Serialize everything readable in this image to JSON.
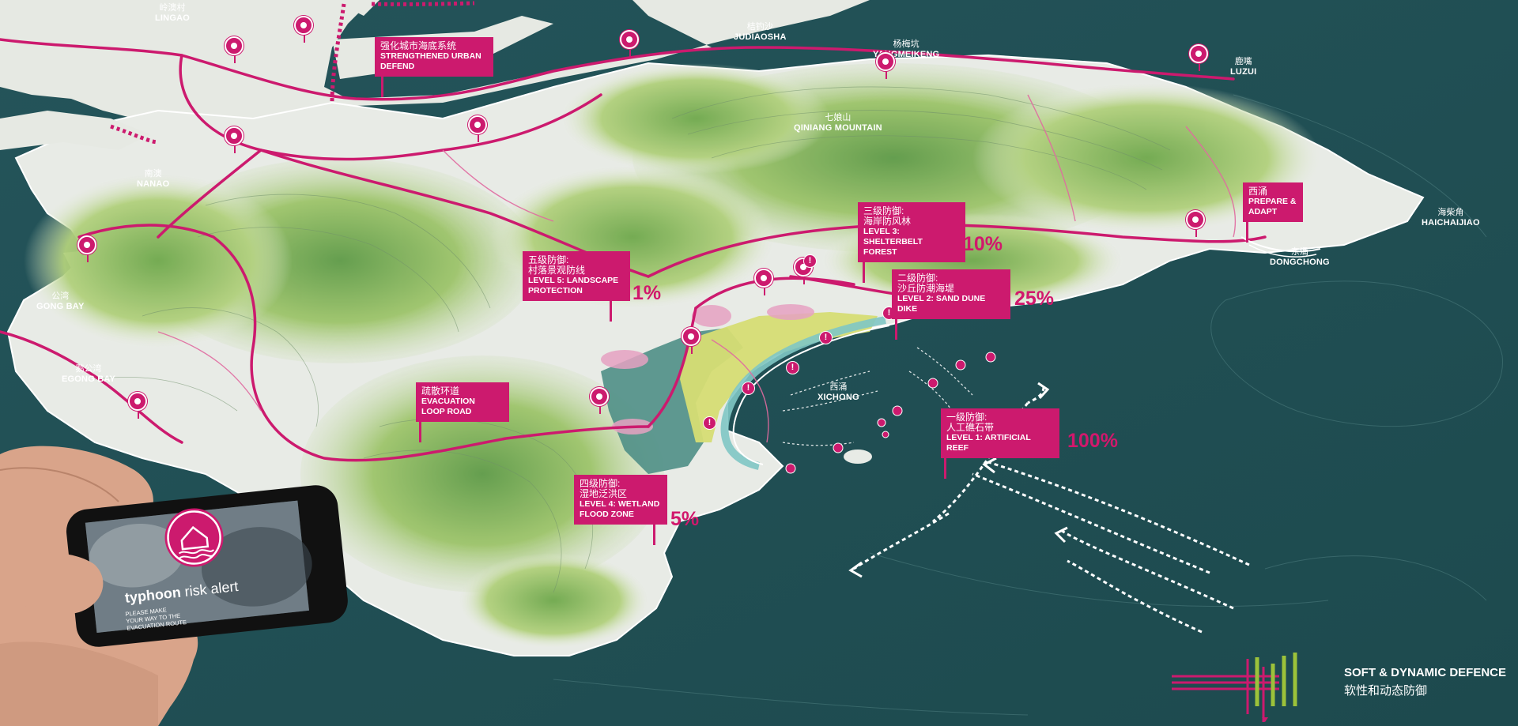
{
  "places": {
    "lingao": {
      "zh": "岭澳村",
      "en": "LINGAO"
    },
    "judiaosha": {
      "zh": "桔钓沙",
      "en": "JUDIAOSHA"
    },
    "yangmeikeng": {
      "zh": "杨梅坑",
      "en": "YANGMEIKENG"
    },
    "luzui": {
      "zh": "鹿嘴",
      "en": "LUZUI"
    },
    "qiniang": {
      "zh": "七娘山",
      "en": "QINIANG MOUNTAIN"
    },
    "nanao": {
      "zh": "南澳",
      "en": "NANAO"
    },
    "haichaijiao": {
      "zh": "海柴角",
      "en": "HAICHAIJIAO"
    },
    "dongchong": {
      "zh": "东涌",
      "en": "DONGCHONG"
    },
    "gongbay": {
      "zh": "公湾",
      "en": "GONG BAY"
    },
    "egongbay": {
      "zh": "鹅公湾",
      "en": "EGONG BAY"
    },
    "xichong": {
      "zh": "西涌",
      "en": "XICHONG"
    }
  },
  "callouts": {
    "urban": {
      "zh": "强化城市海底系统",
      "en1": "STRENGTHENED URBAN",
      "en2": "DEFEND"
    },
    "prepare": {
      "zh": "西涌",
      "en1": "PREPARE &",
      "en2": "ADAPT"
    },
    "level3": {
      "zh1": "三级防御:",
      "zh2": "海岸防风林",
      "en1": "LEVEL 3: SHELTERBELT",
      "en2": "FOREST",
      "pct": "10%"
    },
    "level5": {
      "zh1": "五级防御:",
      "zh2": "村落景观防线",
      "en1": "LEVEL 5: LANDSCAPE",
      "en2": "PROTECTION",
      "pct": "1%"
    },
    "level2": {
      "zh1": "二级防御:",
      "zh2": "沙丘防潮海堤",
      "en1": "LEVEL 2: SAND DUNE DIKE",
      "pct": "25%"
    },
    "evac": {
      "zh": "疏散环道",
      "en1": "EVACUATION",
      "en2": "LOOP ROAD"
    },
    "level1": {
      "zh1": "一级防御:",
      "zh2": "人工礁石带",
      "en1": "LEVEL 1: ARTIFICIAL REEF",
      "pct": "100%"
    },
    "level4": {
      "zh1": "四级防御:",
      "zh2": "湿地泛洪区",
      "en1": "LEVEL 4: WETLAND",
      "en2": "FLOOD ZONE",
      "pct": "5%"
    }
  },
  "phone": {
    "title_bold": "typhoon",
    "title_rest": "risk alert",
    "msg1": "PLEASE MAKE",
    "msg2": "YOUR WAY TO THE",
    "msg3": "EVACUATION ROUTE"
  },
  "legend": {
    "en": "SOFT & DYNAMIC DEFENCE",
    "zh": "软性和动态防御"
  },
  "colors": {
    "sea": "#1f4d52",
    "land": "#e8ebe6",
    "vegetation": "#8fbf5a",
    "route_magenta": "#cc1a6e",
    "wetland_teal": "#4f8f86",
    "dune_yellow": "#d6dd74",
    "legend_green": "#9cc23a"
  },
  "icons": [
    "evacuation-shelter-icon",
    "warning-icon",
    "wave-arrow-icon",
    "typhoon-house-icon"
  ]
}
